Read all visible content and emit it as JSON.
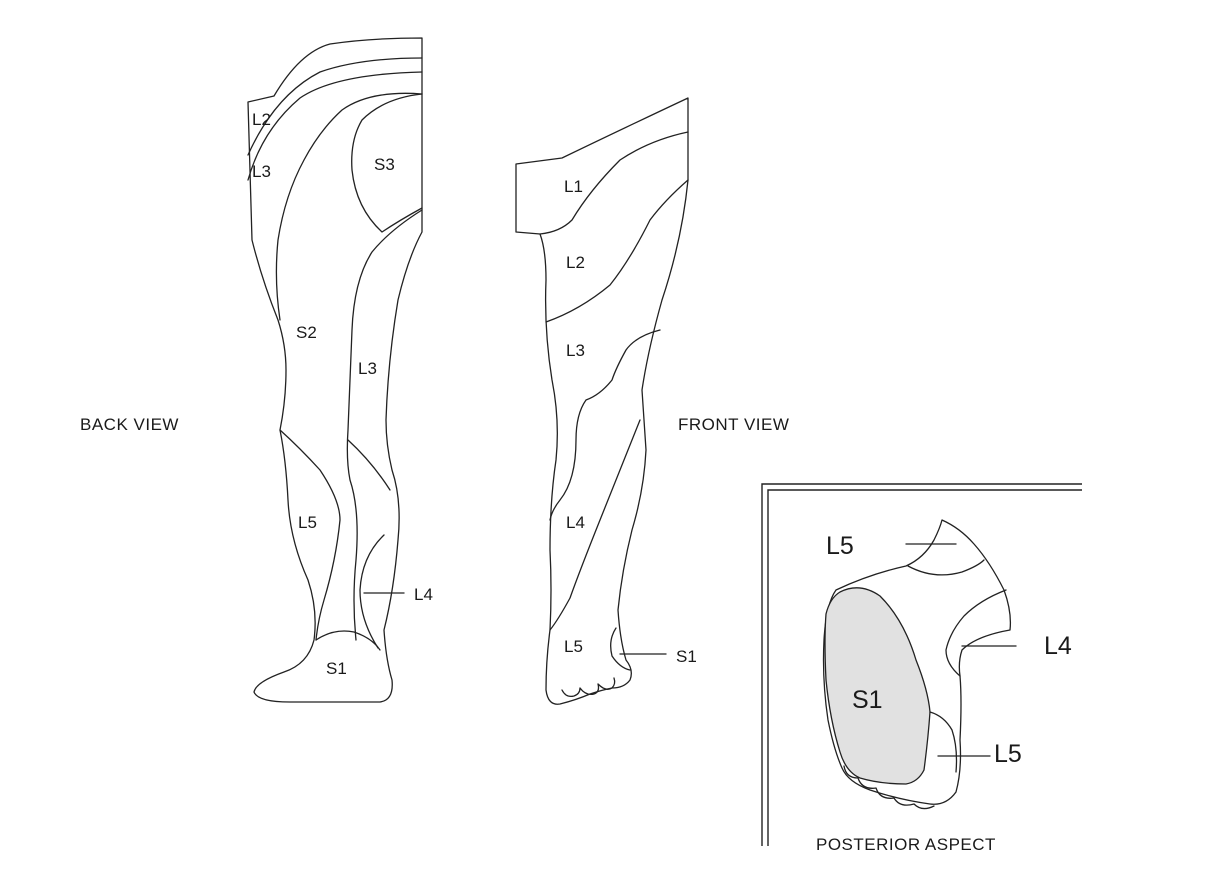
{
  "back_view": {
    "caption": "BACK VIEW",
    "labels": {
      "l2": "L2",
      "l3_top": "L3",
      "s3": "S3",
      "s2": "S2",
      "l3": "L3",
      "l5": "L5",
      "l4": "L4",
      "s1": "S1"
    }
  },
  "front_view": {
    "caption": "FRONT VIEW",
    "labels": {
      "l1": "L1",
      "l2": "L2",
      "l3": "L3",
      "l4": "L4",
      "l5": "L5",
      "s1": "S1"
    }
  },
  "posterior_aspect": {
    "caption": "POSTERIOR ASPECT",
    "labels": {
      "l5_top": "L5",
      "l4": "L4",
      "s1": "S1",
      "l5_bottom": "L5"
    },
    "shaded_color": "#e1e1e1"
  }
}
